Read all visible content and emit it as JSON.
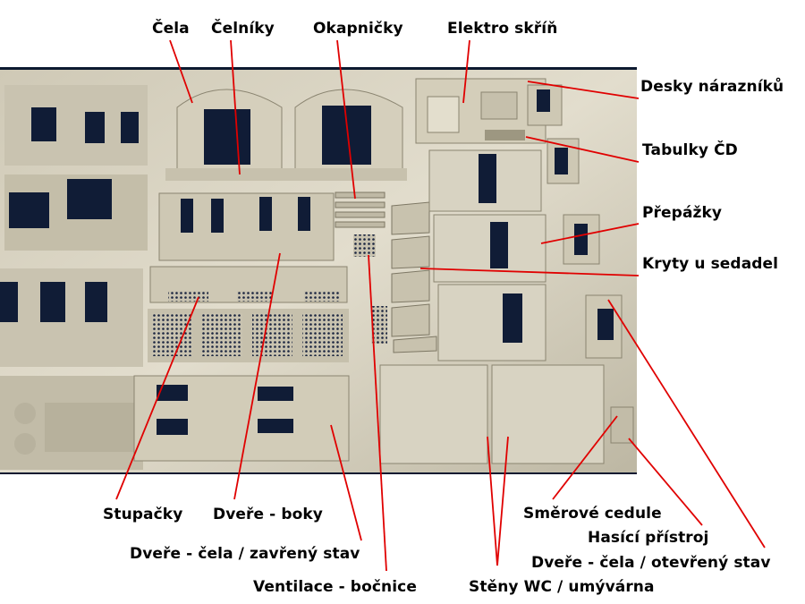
{
  "labels": {
    "cela": "Čela",
    "celniky": "Čelníky",
    "okapnicky": "Okapničky",
    "elektro": "Elektro skříň",
    "desky": "Desky nárazníků",
    "tabulky": "Tabulky ČD",
    "prepazky": "Přepážky",
    "kryty": "Kryty u sedadel",
    "stupacky": "Stupačky",
    "dvere_boky": "Dveře - boky",
    "dvere_cela_zavreny": "Dveře - čela / zavřený stav",
    "ventilace": "Ventilace - bočnice",
    "smerove": "Směrové cedule",
    "hasici": "Hasící přístroj",
    "dvere_cela_otevreny": "Dveře - čela / otevřený stav",
    "steny_wc": "Stěny WC / umývárna"
  },
  "colors": {
    "leader": "#e00000",
    "sheet": "#d8d3c2",
    "background": "#0d1a30",
    "holes": "#101c36"
  }
}
